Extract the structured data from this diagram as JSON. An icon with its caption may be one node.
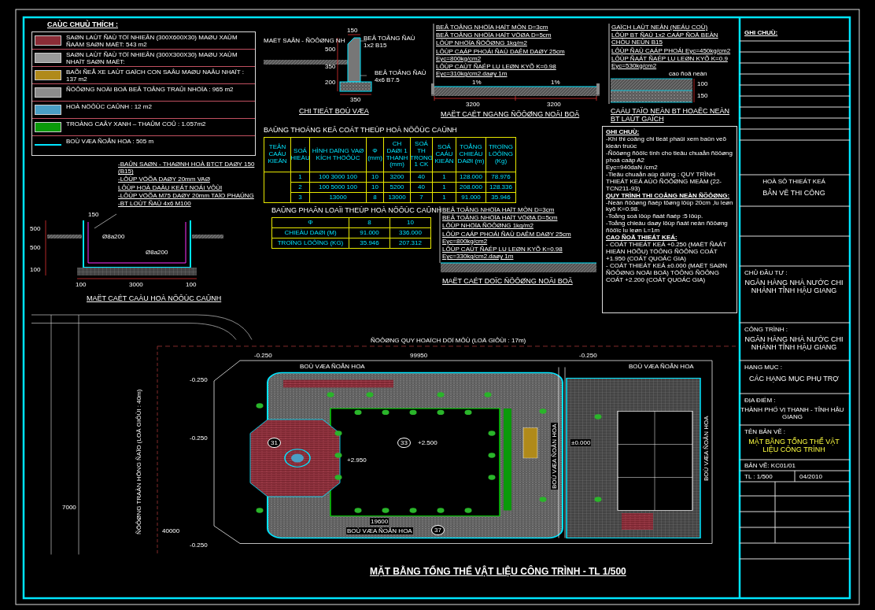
{
  "diagram": {
    "title": "MẶT BẰNG TỔNG THỂ VẬT LIỆU CÔNG TRÌNH - TL 1/500",
    "labels": [
      "CAÙC CHUÙ THÍCH :",
      "BEÂ TOÂNG ÑAÙ 1x2 B15",
      "MAËT SAÂN - ÑÖÔØNG NH",
      "BEÂ TOÂNG ÑAÙ 4x6 B7.5",
      "150",
      "500",
      "350",
      "200",
      "350",
      "CHI TIEÁT BOÙ VÆA",
      "BEÂ TOÂNG NHÖÏA HAÏT MÒN D=3cm",
      "BEÂ TOÂNG NHÖÏA HAÏT VÖØA D=5cm",
      "LÔÙP NHÖÏA ÑÖÔØNG 1kg/m2",
      "LÔÙP CAÁP PHOÁI ÑAÙ DAÊM DAØY 25cm Eyc=800kg/cm2",
      "LÔÙP CAÙT ÑAÉP LU LEØN KYÕ K=0.98 Eyc=310kg/cm2.daøy 1m",
      "1%",
      "1%",
      "3200",
      "3200",
      "MAËT CAÉT NGANG ÑÖÔØNG NOÄI BOÄ",
      "GAÏCH LAÙT NEÀN (NEÁU COÙ)",
      "LÔÙP BT ÑAÙ 1x2 CAÁP ÑOÄ BEÀN CHÒU NEÙN B15",
      "LÔÙP ÑAÙ CAÁP PHOÁI Eyc=450kg/cm2",
      "LÔÙP ÑAÁT ÑAÉP LU LEØN KYÕ K=0.9 Eyc=530kg/cm2",
      "cao ñoä neàn",
      "100",
      "150",
      "CAÁU TAÏO NEÀN BT HOAËC NEÀN BT LAÙT GAÏCH",
      "-BAÛN SAØN - THAØNH HOÀ BTCT DAØY 150 (B15)",
      "-LÔÙP VÖÕA DAØY 20mm VAØ",
      "LÔÙP HOÀ DAÀU KEÁT NOÁI VÔÙI",
      "-LÔÙP VÖÕA M75 DAØY 20mm TAÏO PHAÚNG",
      "-BT LOÙT ÑAÙ 4x6 M100",
      "150",
      "500",
      "500",
      "100",
      "Ø8a200",
      "Ø8a200",
      "100",
      "3000",
      "100",
      "MAËT CAÉT CAÀU HOÀ NÖÔÙC CAÛNH",
      "BAÛNG THOÁNG KEÂ COÁT THEÙP HOÀ NÖÔÙC CAÛNH",
      "TEÂN CAÁU KIEÄN",
      "SOÁ HIEÄU",
      "HÌNH DAÏNG VAØ KÍCH THÖÔÙC",
      "Φ (mm)",
      "CH DAØI 1 THANH (mm)",
      "SOÁ TH TRONG 1 CK",
      "SOÁ CAÁU KIEÄN",
      "TOÅNG CHIEÀU DAØI (m)",
      "TROÏNG LÖÔÏNG (Kg)",
      "1",
      "100 3000 100",
      "10",
      "3200",
      "40",
      "1",
      "128.000",
      "78.976",
      "2",
      "100 5000 100",
      "10",
      "5200",
      "40",
      "1",
      "208.000",
      "128.336",
      "3",
      "13000",
      "8",
      "13000",
      "7",
      "1",
      "91.000",
      "35.946",
      "BAÛNG PHAÂN LOAÏI THEÙP HOÀ NÖÔÙC CAÛNH",
      "Φ",
      "8",
      "10",
      "CHIEÀU DAØI (M)",
      "91.000",
      "336.000",
      "TROÏNG LÖÔÏNG (KG)",
      "35.946",
      "207.312",
      "BEÂ TOÂNG NHÖÏA HAÏT MÒN D=3cm",
      "BEÂ TOÂNG NHÖÏA HAÏT VÖØA D=5cm",
      "LÔÙP NHÖÏA ÑÖÔØNG 1kg/m2",
      "LÔÙP CAÁP PHOÁI ÑAÙ DAÊM DAØY 25cm Eyc=800kg/cm2",
      "LÔÙP CAÙT ÑAÉP LU LEØN KYÕ K=0.98 Eyc=330kg/cm2.daøy 1m",
      "MAËT CAÉT DOÏC ÑÖÔØNG NOÄI BOÄ",
      "GHI CHUÙ:",
      "-Khi thi coâng chi tieát phaûi xem baûn veõ kieán truùc",
      "-Ñöôøng ñöôïc tính cho tieâu chuaån ñöôøng phoá caáp A2",
      "Eyc=940daN /cm2",
      "-Tieâu chuaån aùp duïng : QUY TRÌNH THIEÁT KEÁ AÙO ÑÖÔØNG MEÀM (22-TCN211-93)",
      "QUY TRÌNH THI COÂNG NEÀN ÑÖÔØNG:",
      "-Neàn ñöôøng ñaép töøng lôùp 20cm ,lu leøn kyõ K=0.98.",
      "-Toång soá lôùp ñaát ñaép :5 lôùp.",
      "-Toång chieàu daøy lôùp ñaát neàn ñöôøng ñöôïc lu leøn L=1m",
      "CAO ÑOÄ THIEÁT KEÁ:",
      "- COÁT THIEÁT KEÁ +0.250 (MAËT ÑAÁT HIEÄN HÖÕU) TÖÔNG ÑÖÔNG COÁT +1.950 (COÁT QUOÁC GIA)",
      "- COÁT THIEÁT KEÁ ±0.000 (MAËT SAØN ÑÖÔØNG NOÄI BOÄ) TÖÔNG ÑÖÔNG COÁT +2.200 (COÁT QUOÁC GIA)",
      "ÑÖÔØNG QUY HOAÏCH DÖÏ MÔÙ (LOÄ GIÔÙI : 17m)",
      "-0.250",
      "99950",
      "-0.250",
      "BOÙ VÆA ÑOÅN HOA",
      "BOÙ VÆA ÑOÅN HOA",
      "-0.250",
      "ÑÖÔØNG TRAÀN HÖNG ÑAÏO (LOÄ GIÔÙI : 40m)",
      "-0.250",
      "31",
      "33",
      "+2.500",
      "BOÙ VÆA ÑOÅN HOA",
      "±0.000",
      "BOÙ VÆA ÑOÅN HOA",
      "+2.950",
      "7000",
      "19600",
      "40000",
      "BOÙ VÆA ÑOÅN HOA",
      "37",
      "-0.250",
      "GHI CHUÙ:",
      "HOÀ SÔ THIEÁT KEÁ",
      "BẢN VẼ THI CÔNG",
      "CHỦ ĐẦU TƯ :",
      "NGÂN HÀNG NHÀ NƯỚC CHI NHÁNH TỈNH HẬU GIANG",
      "CÔNG TRÌNH :",
      "NGÂN HÀNG NHÀ NƯỚC CHI NHÁNH TỈNH HẬU GIANG",
      "HẠNG MỤC :",
      "CÁC HẠNG MỤC PHỤ TRỢ",
      "ĐỊA ĐIỂM :",
      "THÀNH PHỐ VỊ THANH - TỈNH HẬU GIANG",
      "TÊN BẢN VẼ :",
      "MẶT BẰNG TỔNG THỂ VẬT LIỆU CÔNG TRÌNH",
      "BẢN VẼ: KC01/01",
      "TL : 1/500",
      "04/2010"
    ],
    "legend": [
      {
        "text": "SAØN LAÙT ÑAÙ TÖÏ NHIEÂN (300X600X30) MAØU XAÙM ÑAÄM SAØN MAËT: 543 m2",
        "color": "#8a2c36"
      },
      {
        "text": "SAØN LAÙT ÑAÙ TÖÏ NHIEÂN (300X300X30) MAØU XAÙM NHAÏT SAØN MAËT:",
        "color": "#9a9a9a"
      },
      {
        "text": "BAÕI ÑEÅ XE LAÙT GAÏCH CON SAÂU MAØU NAÂU NHAÏT : 137 m2",
        "color": "#b08a1a"
      },
      {
        "text": "ÑÖÔØNG NOÄI BOÄ BEÂ TOÂNG TRAÛI NHÖÏA : 965 m2",
        "color": "#8c8c8c"
      },
      {
        "text": "HOÀ NÖÔÙC CAÛNH : 12 m2",
        "color": "#4a9ec4"
      },
      {
        "text": "TROÀNG CAÂY XANH – THAÛM COÛ : 1.057m2",
        "color": "#0a9a0a"
      },
      {
        "text": "BOÙ VÆA ÑOÅN HOA : 505 m"
      }
    ]
  }
}
